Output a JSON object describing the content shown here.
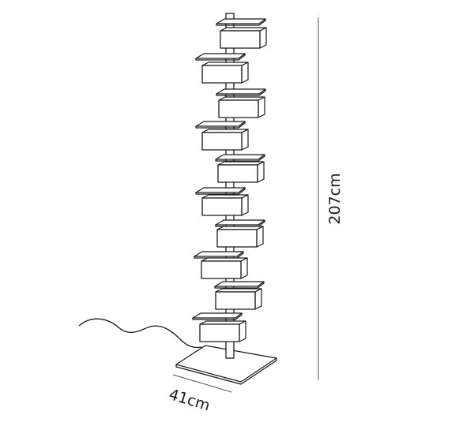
{
  "dimensions": {
    "height_label": "207cm",
    "width_label": "41cm"
  },
  "lamp": {
    "module_count": 10,
    "color": "#1a1a1a"
  }
}
